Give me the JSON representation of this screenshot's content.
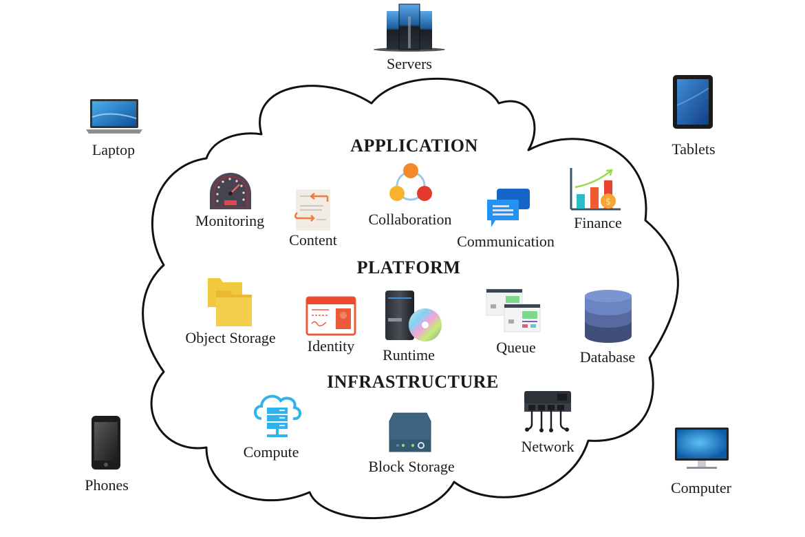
{
  "diagram": {
    "title": "Cloud Computing",
    "layers": [
      {
        "name": "APPLICATION",
        "services": [
          "Monitoring",
          "Content",
          "Collaboration",
          "Communication",
          "Finance"
        ]
      },
      {
        "name": "PLATFORM",
        "services": [
          "Object Storage",
          "Identity",
          "Runtime",
          "Queue",
          "Database"
        ]
      },
      {
        "name": "INFRASTRUCTURE",
        "services": [
          "Compute",
          "Block Storage",
          "Network"
        ]
      }
    ],
    "devices": [
      "Servers",
      "Laptop",
      "Tablets",
      "Phones",
      "Computer"
    ]
  },
  "devices": {
    "servers": {
      "label": "Servers",
      "icon": "servers-icon"
    },
    "laptop": {
      "label": "Laptop",
      "icon": "laptop-icon"
    },
    "tablets": {
      "label": "Tablets",
      "icon": "tablet-icon"
    },
    "phones": {
      "label": "Phones",
      "icon": "phone-icon"
    },
    "computer": {
      "label": "Computer",
      "icon": "monitor-icon"
    }
  },
  "application": {
    "heading": "APPLICATION",
    "monitoring": {
      "label": "Monitoring",
      "icon": "speedometer-icon"
    },
    "content": {
      "label": "Content",
      "icon": "document-arrows-icon"
    },
    "collaboration": {
      "label": "Collaboration",
      "icon": "connected-nodes-icon"
    },
    "communication": {
      "label": "Communication",
      "icon": "chat-bubbles-icon"
    },
    "finance": {
      "label": "Finance",
      "icon": "growth-chart-icon"
    }
  },
  "platform": {
    "heading": "PLATFORM",
    "object_storage": {
      "label": "Object Storage",
      "icon": "folders-icon"
    },
    "identity": {
      "label": "Identity",
      "icon": "id-card-icon"
    },
    "runtime": {
      "label": "Runtime",
      "icon": "server-disc-icon"
    },
    "queue": {
      "label": "Queue",
      "icon": "windows-queue-icon"
    },
    "database": {
      "label": "Database",
      "icon": "database-icon"
    }
  },
  "infrastructure": {
    "heading": "INFRASTRUCTURE",
    "compute": {
      "label": "Compute",
      "icon": "cloud-server-icon"
    },
    "block_storage": {
      "label": "Block Storage",
      "icon": "hard-drive-icon"
    },
    "network": {
      "label": "Network",
      "icon": "network-switch-icon"
    }
  },
  "colors": {
    "outline": "#111111",
    "text": "#1a1a1a",
    "screen_blue": "#1e6fc0",
    "accent_orange": "#f07a3a",
    "accent_red": "#e8492e",
    "accent_yellow": "#f2c02c",
    "accent_teal": "#2bbcc9",
    "chat_blue": "#1f8ef0",
    "drive_slate": "#3d6480",
    "db_blue": "#6b84c2"
  }
}
